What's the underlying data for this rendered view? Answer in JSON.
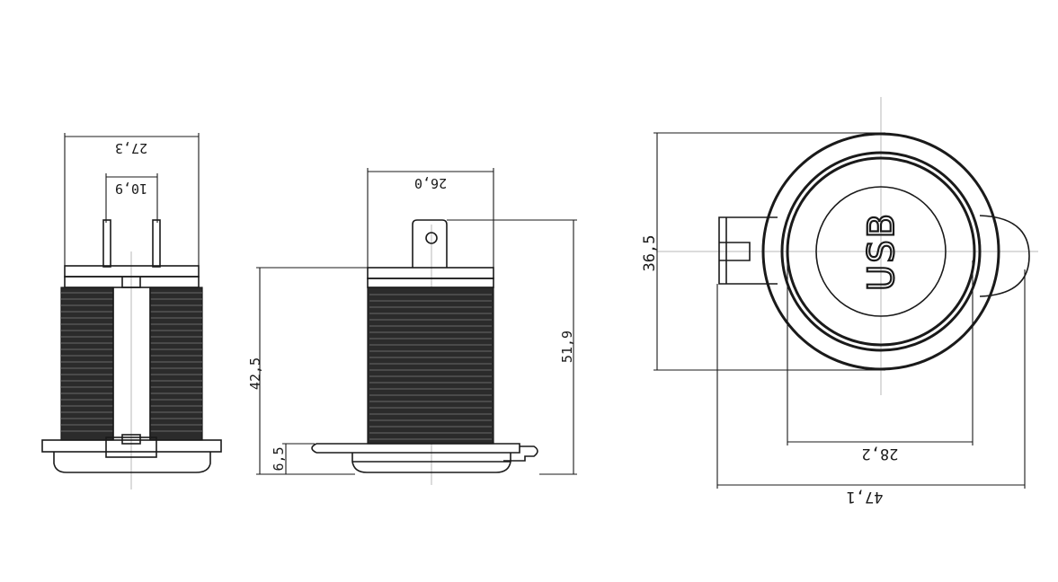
{
  "dimensions": {
    "side_total_width": "27,3",
    "side_pin_spacing": "10,9",
    "front_thread_width": "26,0",
    "front_body_height": "42,5",
    "front_total_height": "51,9",
    "front_flange_height": "6,5",
    "top_cap_height": "36,5",
    "top_inner_diameter": "28,2",
    "top_outer_width": "47,1"
  },
  "label": {
    "usb": "USB"
  },
  "colors": {
    "line": "#1a1a1a",
    "thread_fill": "#2b2b2b",
    "centerline": "#b8b8b8"
  }
}
